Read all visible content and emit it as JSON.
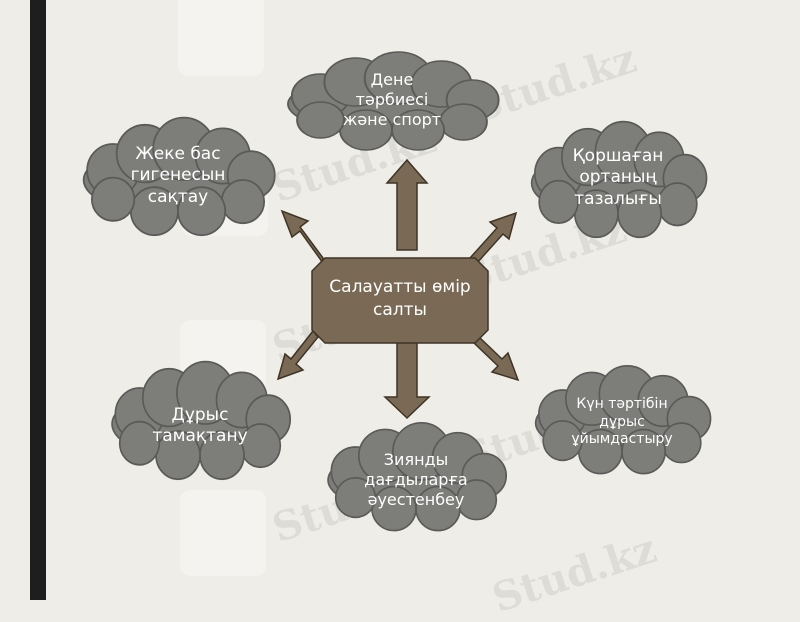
{
  "center": {
    "lines": [
      "Салауатты өмір",
      "салты"
    ]
  },
  "clouds": [
    {
      "id": "top",
      "lines": [
        "Дене",
        "тәрбиесі",
        "және спорт"
      ]
    },
    {
      "id": "top-left",
      "lines": [
        "Жеке бас",
        "гигенесын",
        "сақтау"
      ]
    },
    {
      "id": "top-right",
      "lines": [
        "Қоршаған",
        "ортаның",
        "тазалығы"
      ]
    },
    {
      "id": "bottom-left",
      "lines": [
        "Дұрыс",
        "тамақтану"
      ]
    },
    {
      "id": "bottom",
      "lines": [
        "Зиянды",
        "дағдыларға",
        "әуестенбеу"
      ]
    },
    {
      "id": "bottom-right",
      "lines": [
        "Күн тәртібін",
        "дұрыс",
        "ұйымдастыру"
      ]
    }
  ],
  "watermark": "Stud.kz",
  "colors": {
    "background": "#efede7",
    "center_fill": "#7a6a55",
    "arrow_fill": "#7a6a55",
    "cloud_fill": "#7d7d7a",
    "text": "#ffffff"
  }
}
